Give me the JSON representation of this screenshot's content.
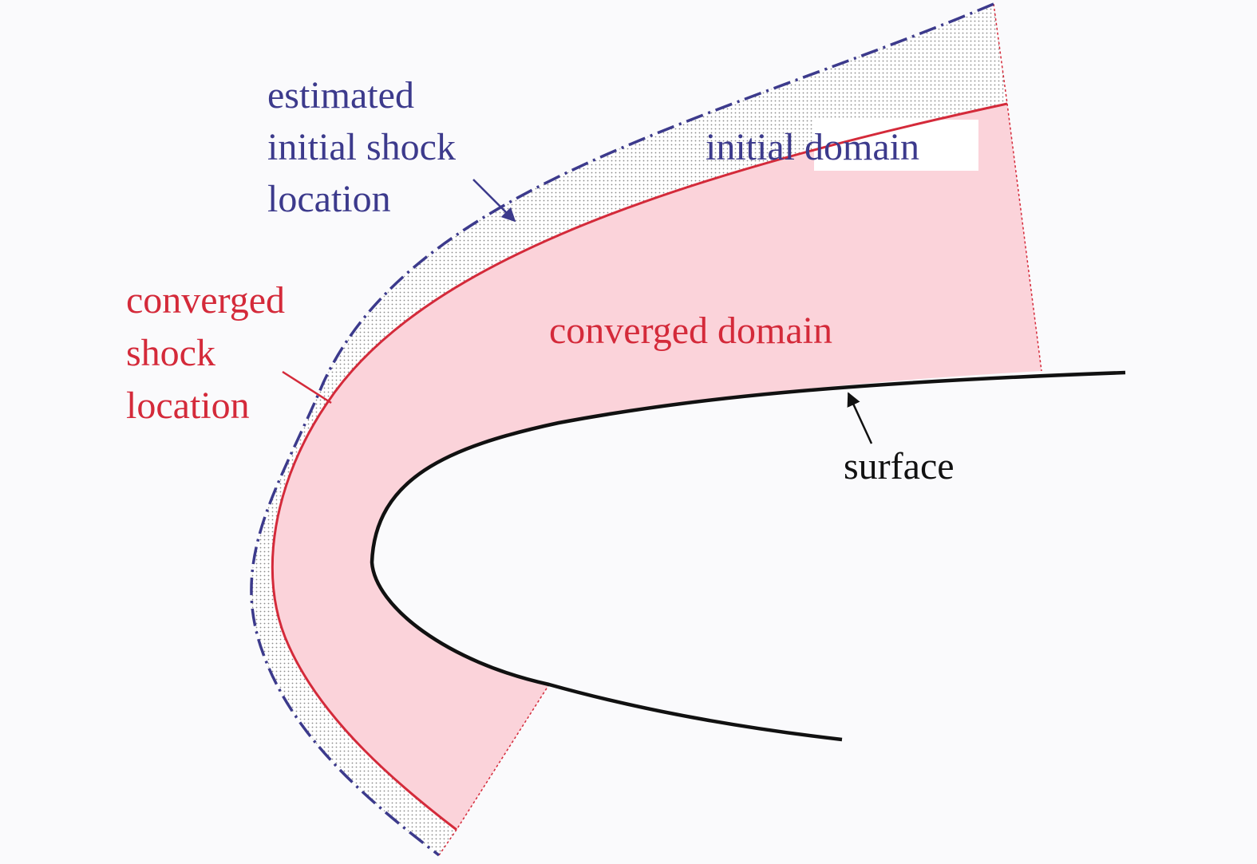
{
  "labels": {
    "estimated_shock": [
      "estimated",
      "initial shock",
      "location"
    ],
    "converged_shock": [
      "converged",
      "shock",
      "location"
    ],
    "initial_domain": "initial domain",
    "converged_domain": "converged domain",
    "surface": "surface"
  },
  "colors": {
    "background": "#fafafc",
    "estimated_shock_line": "#3c3a8c",
    "converged_shock_line": "#d42a3a",
    "converged_domain_fill": "#fbd3da",
    "initial_domain_stipple": "#9a9a9a",
    "surface_line": "#111111",
    "label_blue": "#3c3a8c",
    "label_red": "#d42a3a",
    "label_black": "#111111"
  }
}
